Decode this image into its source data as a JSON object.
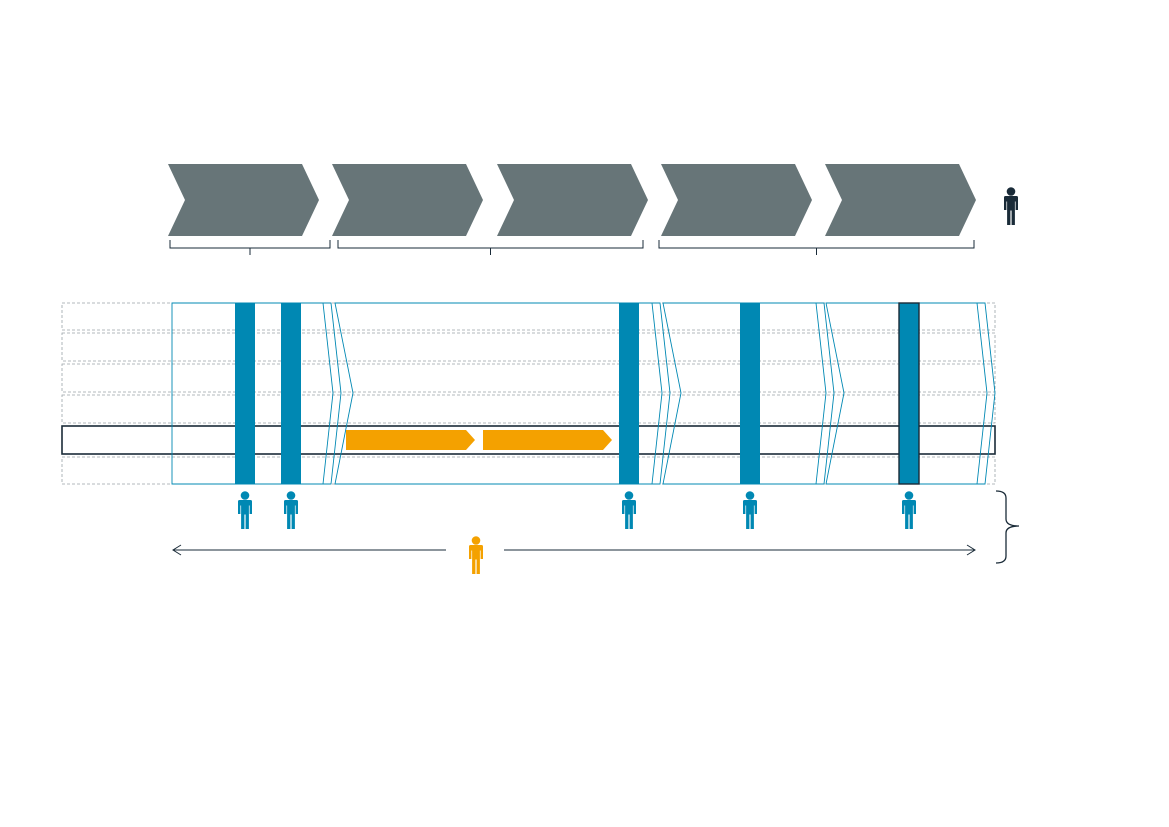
{
  "colors": {
    "chevron_gray": "#677578",
    "teal": "#0088b3",
    "orange": "#f4a100",
    "dark": "#1a2b38",
    "lane_border": "#9aa3a8",
    "highlight_border": "#1a2b38"
  },
  "process_steps": [
    {
      "id": "step-1"
    },
    {
      "id": "step-2"
    },
    {
      "id": "step-3"
    },
    {
      "id": "step-4"
    },
    {
      "id": "step-5"
    }
  ],
  "phase_groups": [
    {
      "id": "group-1",
      "steps": [
        1
      ]
    },
    {
      "id": "group-2",
      "steps": [
        2,
        3
      ]
    },
    {
      "id": "group-3",
      "steps": [
        4,
        5
      ]
    }
  ],
  "lanes": [
    {
      "id": "lane-1",
      "highlighted": false
    },
    {
      "id": "lane-2",
      "highlighted": false
    },
    {
      "id": "lane-3",
      "highlighted": false
    },
    {
      "id": "lane-4",
      "highlighted": false
    },
    {
      "id": "lane-5",
      "highlighted": true
    },
    {
      "id": "lane-6",
      "highlighted": false
    }
  ],
  "stage_outlines": [
    {
      "id": "stage-1"
    },
    {
      "id": "stage-2"
    },
    {
      "id": "stage-3"
    },
    {
      "id": "stage-4"
    }
  ],
  "touchpoints": [
    {
      "id": "touchpoint-1",
      "outlined": false
    },
    {
      "id": "touchpoint-2",
      "outlined": false
    },
    {
      "id": "touchpoint-3",
      "outlined": false
    },
    {
      "id": "touchpoint-4",
      "outlined": false
    },
    {
      "id": "touchpoint-5",
      "outlined": true
    }
  ],
  "activity_arrows": [
    {
      "id": "activity-1"
    },
    {
      "id": "activity-2"
    }
  ],
  "icons": {
    "person": "person-icon",
    "brace": "curly-brace-icon",
    "double_arrow": "double-arrow-icon"
  }
}
